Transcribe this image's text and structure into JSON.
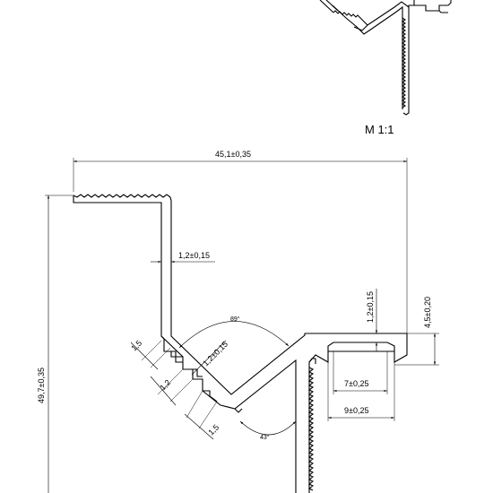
{
  "drawing": {
    "scale_label": "M 1:1",
    "dimensions": {
      "overall_width": "45,1±0,35",
      "overall_height": "49,7±0,35",
      "wall_thickness_vertical": "1,2±0,15",
      "wall_thickness_diagonal": "1,2±0,15",
      "wall_thickness_top": "1,2±0,15",
      "top_height": "4,5±0,20",
      "angle_main": "89°",
      "angle_lower": "43°",
      "slot_inner_width": "7±0,25",
      "slot_outer_width": "9±0,25",
      "step_upper": "1,5",
      "step_middle": "1,2",
      "step_lower": "1,5"
    }
  }
}
